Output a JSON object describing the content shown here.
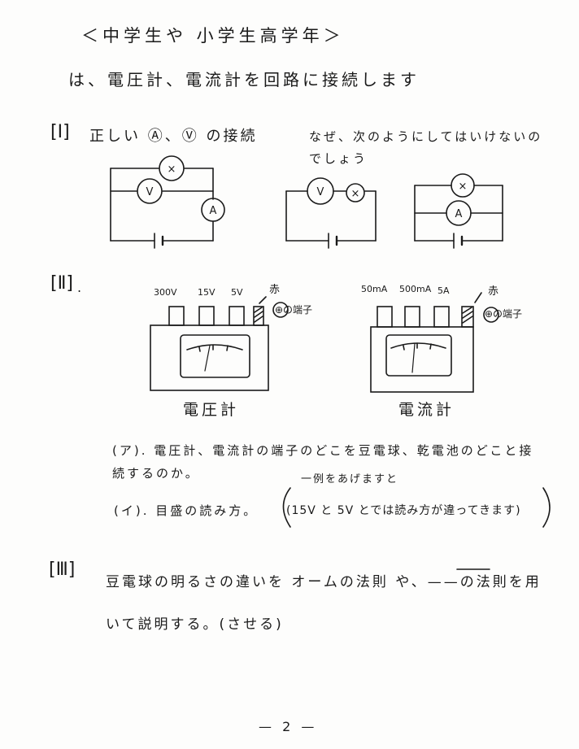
{
  "header": {
    "title": "＜中学生や 小学生高学年＞",
    "intro": "は、電圧計、電流計を回路に接続します"
  },
  "section1": {
    "marker": "[Ⅰ]",
    "title": "正しい Ⓐ、Ⓥ の接続",
    "note": "なぜ、次のようにしてはいけないのでしょう",
    "symbols": {
      "lamp": "×",
      "voltmeter": "V",
      "ammeter": "A"
    }
  },
  "section2": {
    "marker": "[Ⅱ]",
    "dot": ".",
    "voltmeter": {
      "terminals": [
        "300V",
        "15V",
        "5V"
      ],
      "red_mark": "赤",
      "plus_terminal": "⊕の端子",
      "label": "電圧計"
    },
    "ammeter": {
      "terminals": [
        "50mA",
        "500mA",
        "5A"
      ],
      "red_mark": "赤",
      "plus_terminal": "⊕の端子",
      "label": "電流計"
    },
    "question_a": "(ア). 電圧計、電流計の端子のどこを豆電球、乾電池のどこと接続するのか。",
    "question_b": "(イ). 目盛の読み方。",
    "question_b_hint": "(15V と 5V とでは読み方が違ってきます)",
    "question_b_aside": "一例をあげますと"
  },
  "section3": {
    "marker": "[Ⅲ]",
    "text": "豆電球の明るさの違いを オームの法則 や、——の法則を用いて説明する。(させる)"
  },
  "footer": {
    "page": "— 2 —"
  },
  "colors": {
    "ink": "#1a1a1a",
    "paper": "#fdfdfc"
  }
}
